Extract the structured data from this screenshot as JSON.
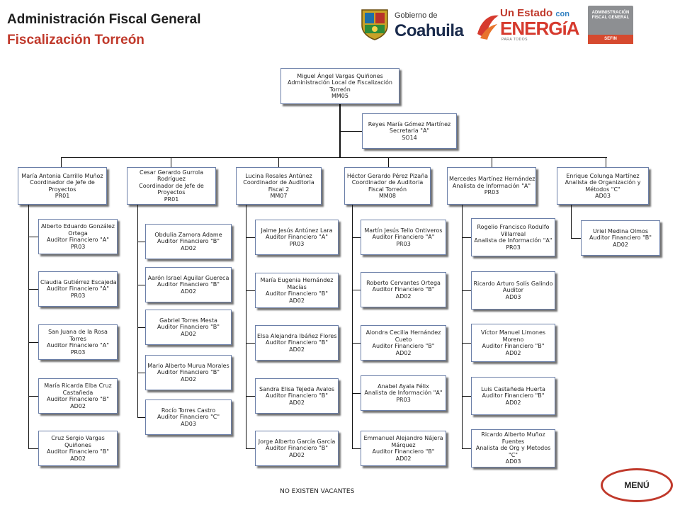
{
  "header": {
    "title": "Administración Fiscal General",
    "subtitle": "Fiscalización Torreón"
  },
  "logos": {
    "gobierno_line1": "Gobierno de",
    "gobierno_line2": "Coahuila",
    "energia_line1": "Un Estado",
    "energia_con": "con",
    "energia_line2": "ENERGíA",
    "energia_tagline": "PARA TODOS",
    "afg_line1": "ADMINISTRACIÓN",
    "afg_line2": "FISCAL GENERAL",
    "afg_tag": "SEFIN"
  },
  "org": {
    "root": [
      "Miguel Ángel Vargas Quiñones",
      "Administración Local de Fiscalización",
      "Torreón",
      "MM05"
    ],
    "secretary": [
      "Reyes María Gómez Martínez",
      "Secretaria \"A\"",
      "SO14"
    ],
    "heads": [
      [
        "María Antonia Carrillo Muñoz",
        "Coordinador de Jefe de",
        "Proyectos",
        "PR01"
      ],
      [
        "Cesar Gerardo Gurrola",
        "Rodríguez",
        "Coordinador de Jefe de",
        "Proyectos",
        "PR01"
      ],
      [
        "Lucina Rosales Antúnez",
        "Coordinador de Auditoria",
        "Fiscal 2",
        "MM07"
      ],
      [
        "Héctor Gerardo Pérez Pizaña",
        "Coordinador de Auditoria",
        "Fiscal Torreón",
        "MM08"
      ],
      [
        "Mercedes Martínez Hernández",
        "Analista de Información \"A\"",
        "PR03"
      ],
      [
        "Enrique Colunga Martínez",
        "Analista de Organización y",
        "Métodos \"C\"",
        "AD03"
      ]
    ],
    "columns": [
      [
        [
          "Alberto Eduardo González",
          "Ortega",
          "Auditor Financiero \"A\"",
          "PR03"
        ],
        [
          "Claudia Gutiérrez Escajeda",
          "Auditor Financiero \"A\"",
          "PR03"
        ],
        [
          "San Juana de la Rosa",
          "Torres",
          "Auditor Financiero \"A\"",
          "PR03"
        ],
        [
          "María Ricarda Elba Cruz",
          "Castañeda",
          "Auditor Financiero \"B\"",
          "AD02"
        ],
        [
          "Cruz Sergio Vargas",
          "Quiñones",
          "Auditor Financiero \"B\"",
          "AD02"
        ]
      ],
      [
        [
          "Obdulia Zamora Adame",
          "Auditor Financiero \"B\"",
          "AD02"
        ],
        [
          "Aarón Israel Aguilar Guereca",
          "Auditor Financiero \"B\"",
          "AD02"
        ],
        [
          "Gabriel Torres Mesta",
          "Auditor Financiero \"B\"",
          "AD02"
        ],
        [
          "Mario Alberto Murua Morales",
          "Auditor Financiero \"B\"",
          "AD02"
        ],
        [
          "Rocío Torres Castro",
          "Auditor Financiero \"C\"",
          "AD03"
        ]
      ],
      [
        [
          "Jaime Jesús Antúnez Lara",
          "Auditor Financiero \"A\"",
          "PR03"
        ],
        [
          "María Eugenia Hernández",
          "Macías",
          "Auditor Financiero \"B\"",
          "AD02"
        ],
        [
          "Elsa Alejandra Ibáñez Flores",
          "Auditor Financiero \"B\"",
          "AD02"
        ],
        [
          "Sandra Elisa Tejeda Avalos",
          "Auditor Financiero \"B\"",
          "AD02"
        ],
        [
          "Jorge Alberto García García",
          "Auditor Financiero \"B\"",
          "AD02"
        ]
      ],
      [
        [
          "Martín Jesús Tello Ontiveros",
          "Auditor Financiero \"A\"",
          "PR03"
        ],
        [
          "Roberto Cervantes Ortega",
          "Auditor Financiero \"B\"",
          "AD02"
        ],
        [
          "Alondra Cecilia Hernández",
          "Cueto",
          "Auditor Financiero \"B\"",
          "AD02"
        ],
        [
          "Anabel Ayala Félix",
          "Analista de Información \"A\"",
          "PR03"
        ],
        [
          "Emmanuel Alejandro Nájera",
          "Márquez",
          "Auditor Financiero \"B\"",
          "AD02"
        ]
      ],
      [
        [
          "Rogelio Francisco Rodulfo",
          "Villarreal",
          "Analista de Información \"A\"",
          "PR03"
        ],
        [
          "Ricardo Arturo Solís Galindo",
          "Auditor",
          "AD03"
        ],
        [
          "Víctor Manuel Limones",
          "Moreno",
          "Auditor Financiero \"B\"",
          "AD02"
        ],
        [
          "Luis Castañeda Huerta",
          "Auditor Financiero \"B\"",
          "AD02"
        ],
        [
          "Ricardo Alberto Muñoz",
          "Fuentes",
          "Analista de Org y Metodos",
          "\"C\"",
          "AD03"
        ]
      ],
      [
        [
          "Uriel Medina Olmos",
          "Auditor Financiero \"B\"",
          "AD02"
        ]
      ]
    ]
  },
  "footer": {
    "vacancies": "NO EXISTEN VACANTES",
    "menu_label": "MENÚ"
  }
}
